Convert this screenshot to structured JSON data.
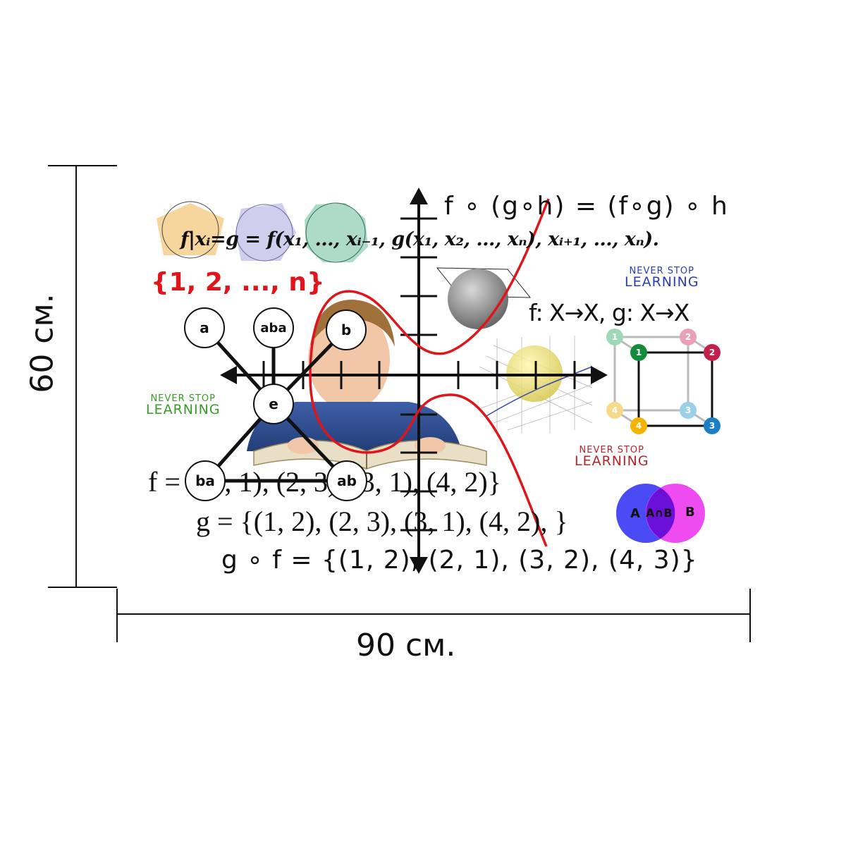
{
  "dimensions": {
    "height_label": "60 см.",
    "width_label": "90 см."
  },
  "artwork": {
    "equations": {
      "associativity": "f ∘ (g∘h) = (f∘g) ∘ h",
      "restriction": "f|xᵢ=g = f(x₁, …, xᵢ₋₁, g(x₁, x₂, …, xₙ), xᵢ₊₁, …, xₙ).",
      "set": "{1, 2, ..., n}",
      "maps": "f: X→X, g: X→X",
      "f_def": "f = {(1, 1), (2, 3), (3, 1), (4, 2)}",
      "g_def": "g = {(1, 2), (2, 3), (3, 1), (4, 2), }",
      "gf_def": "g ∘ f = {(1, 2), (2, 1), (3, 2), (4, 3)}"
    },
    "slogans": [
      {
        "line1": "NEVER STOP",
        "line2": "LEARNING",
        "color": "#2a3fb0"
      },
      {
        "line1": "NEVER STOP",
        "line2": "LEARNING",
        "color": "#3a9a2a"
      },
      {
        "line1": "NEVER STOP",
        "line2": "LEARNING",
        "color": "#b3262a"
      }
    ],
    "graph_nodes": [
      "a",
      "aba",
      "b",
      "e",
      "ba",
      "ab"
    ],
    "cube_nodes": {
      "back": [
        {
          "label": "1",
          "color": "#9fd8b8"
        },
        {
          "label": "2",
          "color": "#e7a1b8"
        },
        {
          "label": "4",
          "color": "#f7d98a"
        },
        {
          "label": "3",
          "color": "#9ccfe8"
        }
      ],
      "front": [
        {
          "label": "1",
          "color": "#138a3c"
        },
        {
          "label": "2",
          "color": "#c21f4a"
        },
        {
          "label": "4",
          "color": "#f2b400"
        },
        {
          "label": "3",
          "color": "#1a7fc4"
        }
      ]
    },
    "venn": {
      "left": "A",
      "middle": "A∩B",
      "right": "B",
      "color_left": "#4b4bf5",
      "color_right": "#ee4bf0",
      "color_overlap": "#6a10d8"
    },
    "polygon_colors": [
      "#f6cf8d",
      "#c9c4ea",
      "#9fd3c0"
    ],
    "curve_color": "#e0151b"
  }
}
